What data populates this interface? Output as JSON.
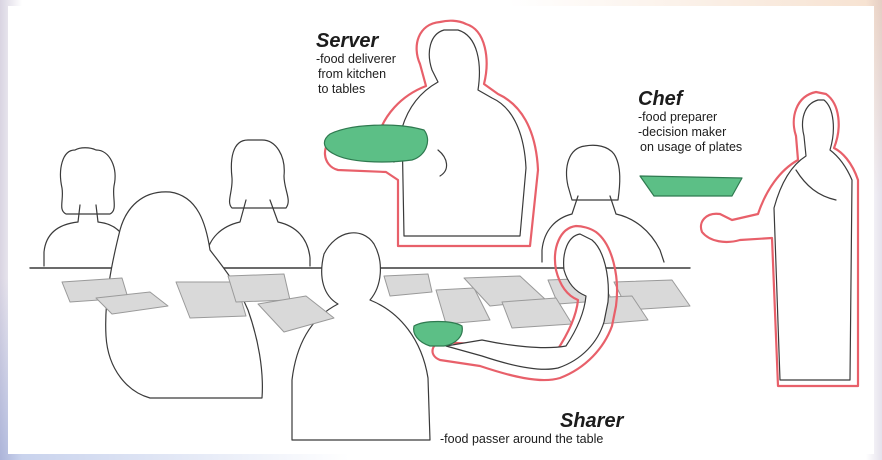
{
  "roles": {
    "server": {
      "title": "Server",
      "lines": [
        "-food deliverer",
        "from kitchen",
        "to tables"
      ]
    },
    "chef": {
      "title": "Chef",
      "lines": [
        "-food preparer",
        "-decision maker",
        "on usage of plates"
      ]
    },
    "sharer": {
      "title": "Sharer",
      "lines": [
        "-food passer around the table"
      ]
    }
  },
  "colors": {
    "highlight_outline": "#e8606a",
    "plate_green": "#5cbf86",
    "plate_grey": "#d9d9d9",
    "line": "#3a3a3a"
  }
}
